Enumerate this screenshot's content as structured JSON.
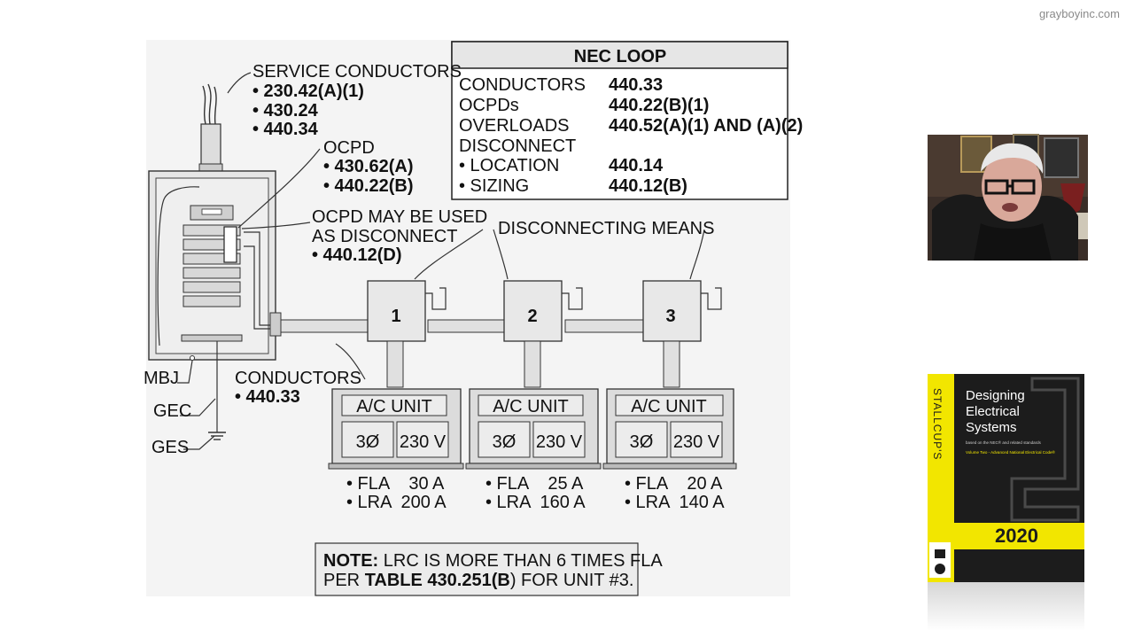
{
  "watermark": "grayboyinc.com",
  "nec_loop": {
    "title": "NEC LOOP",
    "rows": [
      {
        "label": "CONDUCTORS",
        "ref": "440.33"
      },
      {
        "label": "OCPDs",
        "ref": "440.22(B)(1)"
      },
      {
        "label": "OVERLOADS",
        "ref": "440.52(A)(1) AND (A)(2)"
      },
      {
        "label": "DISCONNECT",
        "ref": ""
      },
      {
        "label": "• LOCATION",
        "ref": "440.14"
      },
      {
        "label": "• SIZING",
        "ref": "440.12(B)"
      }
    ]
  },
  "callouts": {
    "service_conductors": {
      "title": "SERVICE CONDUCTORS",
      "refs": [
        "• 230.42(A)(1)",
        "• 430.24",
        "• 440.34"
      ]
    },
    "ocpd": {
      "title": "OCPD",
      "refs": [
        "• 430.62(A)",
        "• 440.22(B)"
      ]
    },
    "ocpd_disconnect": {
      "line1": "OCPD MAY BE USED",
      "line2": "AS DISCONNECT",
      "ref": "• 440.12(D)"
    },
    "disconnecting_means": "DISCONNECTING MEANS",
    "conductors": {
      "title": "CONDUCTORS",
      "ref": "• 440.33"
    },
    "mbj": "MBJ",
    "gec": "GEC",
    "ges": "GES"
  },
  "units": [
    {
      "disconnect": "1",
      "label": "A/C UNIT",
      "phase": "3Ø",
      "voltage": "230 V",
      "fla": "• FLA    30 A",
      "lra": "• LRA  200 A"
    },
    {
      "disconnect": "2",
      "label": "A/C UNIT",
      "phase": "3Ø",
      "voltage": "230 V",
      "fla": "• FLA    25 A",
      "lra": "• LRA  160 A"
    },
    {
      "disconnect": "3",
      "label": "A/C UNIT",
      "phase": "3Ø",
      "voltage": "230 V",
      "fla": "• FLA    20 A",
      "lra": "• LRA  140 A"
    }
  ],
  "note": {
    "lead": "NOTE:",
    "line1": " LRC IS MORE THAN 6 TIMES FLA",
    "line2_pre": "PER ",
    "line2_bold": "TABLE 430.251(B",
    "line2_post": ") FOR UNIT #3."
  },
  "book": {
    "brand": "STALLCUP'S",
    "title_lines": [
      "Designing",
      "Electrical",
      "Systems"
    ],
    "subtitle": "based on the NEC® and related standards",
    "volume": "Volume Two - Advanced National Electrical Code®",
    "year": "2020",
    "accent_color": "#f2e600"
  }
}
